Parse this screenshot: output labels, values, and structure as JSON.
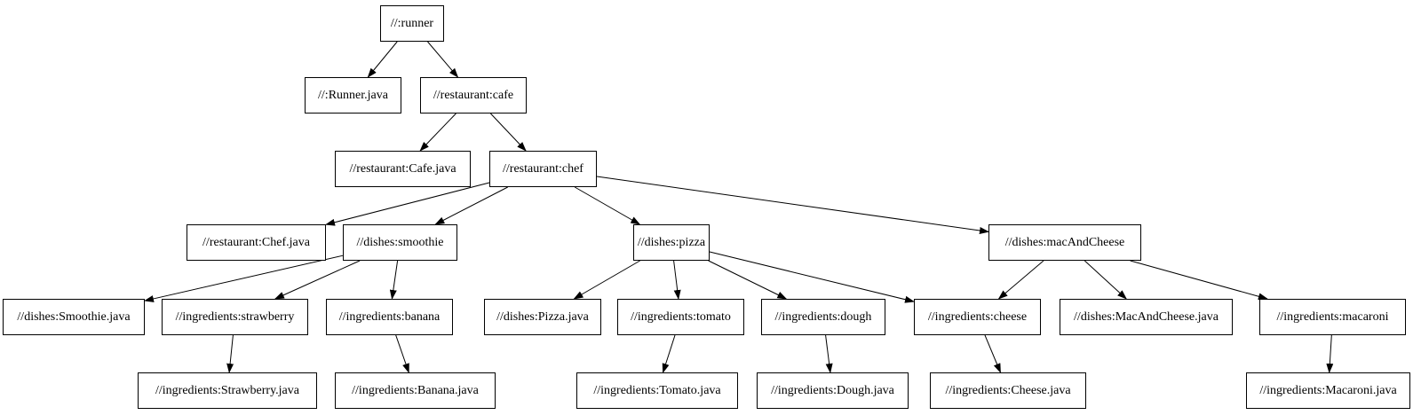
{
  "diagram": {
    "type": "dependency-graph",
    "colors": {
      "background": "#ffffff",
      "node_fill": "#ffffff",
      "node_border": "#000000",
      "edge": "#000000",
      "text": "#000000"
    },
    "nodes": [
      {
        "id": "runner",
        "label": "//:runner"
      },
      {
        "id": "runner_java",
        "label": "//:Runner.java"
      },
      {
        "id": "cafe",
        "label": "//restaurant:cafe"
      },
      {
        "id": "cafe_java",
        "label": "//restaurant:Cafe.java"
      },
      {
        "id": "chef",
        "label": "//restaurant:chef"
      },
      {
        "id": "chef_java",
        "label": "//restaurant:Chef.java"
      },
      {
        "id": "smoothie",
        "label": "//dishes:smoothie"
      },
      {
        "id": "pizza",
        "label": "//dishes:pizza"
      },
      {
        "id": "macandcheese",
        "label": "//dishes:macAndCheese"
      },
      {
        "id": "smoothie_java",
        "label": "//dishes:Smoothie.java"
      },
      {
        "id": "strawberry",
        "label": "//ingredients:strawberry"
      },
      {
        "id": "banana",
        "label": "//ingredients:banana"
      },
      {
        "id": "pizza_java",
        "label": "//dishes:Pizza.java"
      },
      {
        "id": "tomato",
        "label": "//ingredients:tomato"
      },
      {
        "id": "dough",
        "label": "//ingredients:dough"
      },
      {
        "id": "cheese",
        "label": "//ingredients:cheese"
      },
      {
        "id": "macandcheese_java",
        "label": "//dishes:MacAndCheese.java"
      },
      {
        "id": "macaroni",
        "label": "//ingredients:macaroni"
      },
      {
        "id": "strawberry_java",
        "label": "//ingredients:Strawberry.java"
      },
      {
        "id": "banana_java",
        "label": "//ingredients:Banana.java"
      },
      {
        "id": "tomato_java",
        "label": "//ingredients:Tomato.java"
      },
      {
        "id": "dough_java",
        "label": "//ingredients:Dough.java"
      },
      {
        "id": "cheese_java",
        "label": "//ingredients:Cheese.java"
      },
      {
        "id": "macaroni_java",
        "label": "//ingredients:Macaroni.java"
      }
    ],
    "edges": [
      {
        "from": "runner",
        "to": "runner_java"
      },
      {
        "from": "runner",
        "to": "cafe"
      },
      {
        "from": "cafe",
        "to": "cafe_java"
      },
      {
        "from": "cafe",
        "to": "chef"
      },
      {
        "from": "chef",
        "to": "chef_java"
      },
      {
        "from": "chef",
        "to": "smoothie"
      },
      {
        "from": "chef",
        "to": "pizza"
      },
      {
        "from": "chef",
        "to": "macandcheese"
      },
      {
        "from": "smoothie",
        "to": "smoothie_java"
      },
      {
        "from": "smoothie",
        "to": "strawberry"
      },
      {
        "from": "smoothie",
        "to": "banana"
      },
      {
        "from": "strawberry",
        "to": "strawberry_java"
      },
      {
        "from": "banana",
        "to": "banana_java"
      },
      {
        "from": "pizza",
        "to": "pizza_java"
      },
      {
        "from": "pizza",
        "to": "tomato"
      },
      {
        "from": "pizza",
        "to": "dough"
      },
      {
        "from": "pizza",
        "to": "cheese"
      },
      {
        "from": "tomato",
        "to": "tomato_java"
      },
      {
        "from": "dough",
        "to": "dough_java"
      },
      {
        "from": "cheese",
        "to": "cheese_java"
      },
      {
        "from": "macandcheese",
        "to": "cheese"
      },
      {
        "from": "macandcheese",
        "to": "macandcheese_java"
      },
      {
        "from": "macandcheese",
        "to": "macaroni"
      },
      {
        "from": "macaroni",
        "to": "macaroni_java"
      }
    ]
  }
}
